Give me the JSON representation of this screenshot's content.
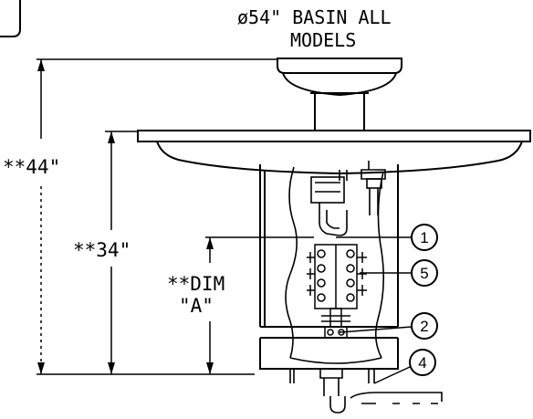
{
  "title": {
    "line1": "ø54\" BASIN ALL",
    "line2": "MODELS"
  },
  "dimensions": {
    "overall_height": "**44\"",
    "rim_height": "**34\"",
    "dim_a_line1": "**DIM",
    "dim_a_line2": "\"A\""
  },
  "callouts": [
    "1",
    "5",
    "2",
    "4"
  ]
}
